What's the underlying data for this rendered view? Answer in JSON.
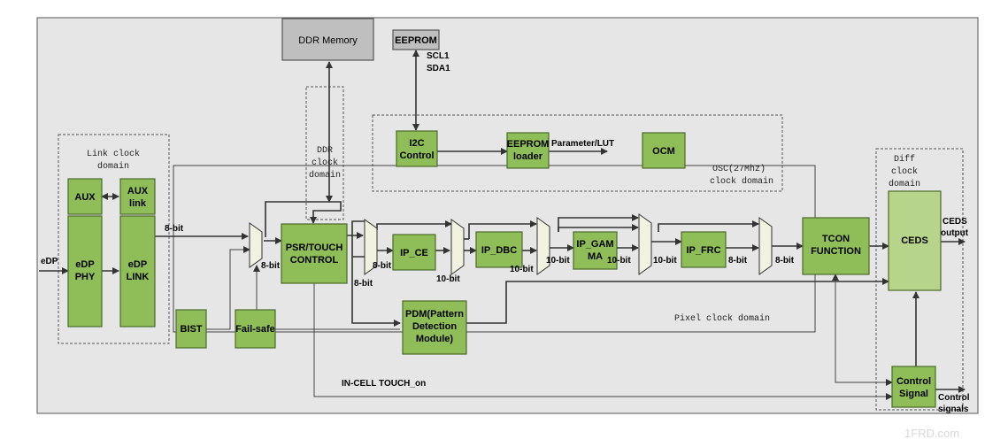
{
  "blocks": {
    "ddr_memory": "DDR Memory",
    "eeprom": "EEPROM",
    "aux": "AUX",
    "aux_link": [
      "AUX",
      "link"
    ],
    "edp_phy": [
      "eDP",
      "PHY"
    ],
    "edp_link": [
      "eDP",
      "LINK"
    ],
    "i2c_control": [
      "I2C",
      "Control"
    ],
    "eeprom_loader": [
      "EEPROM",
      "loader"
    ],
    "ocm": "OCM",
    "psr_touch_control": [
      "PSR/TOUCH",
      "CONTROL"
    ],
    "ip_ce": "IP_CE",
    "ip_dbc": "IP_DBC",
    "ip_gamma": [
      "IP_GAM",
      "MA"
    ],
    "ip_frc": "IP_FRC",
    "tcon_function": [
      "TCON",
      "FUNCTION"
    ],
    "ceds": "CEDS",
    "bist": "BIST",
    "fail_safe": "Fail-safe",
    "pdm": [
      "PDM(Pattern",
      "Detection",
      "Module)"
    ],
    "control_signal": [
      "Control",
      "Signal"
    ]
  },
  "domains": {
    "link_clock": [
      "Link clock",
      "domain"
    ],
    "ddr_clock": [
      "DDR",
      "clock",
      "domain"
    ],
    "osc_clock": [
      "OSC(27Mhz)",
      "clock domain"
    ],
    "diff_clock": [
      "Diff",
      "clock",
      "domain"
    ],
    "pixel_clock": "Pixel clock domain"
  },
  "labels": {
    "edp_in": "eDP",
    "scl_sda": [
      "SCL1",
      "SDA1"
    ],
    "parameter_lut": "Parameter/LUT",
    "ceds_output": [
      "CEDS",
      "output"
    ],
    "control_signals": [
      "Control",
      "signals"
    ],
    "in_cell_touch": "IN-CELL TOUCH_on",
    "bit_8": "8-bit",
    "bit_10": "10-bit"
  },
  "watermark": "1FRD.com",
  "colors": {
    "block_green": "#8fbd57",
    "block_light_green": "#b7d58a",
    "block_grey": "#bfbfbf",
    "panel_bg": "#e6e6e6"
  }
}
